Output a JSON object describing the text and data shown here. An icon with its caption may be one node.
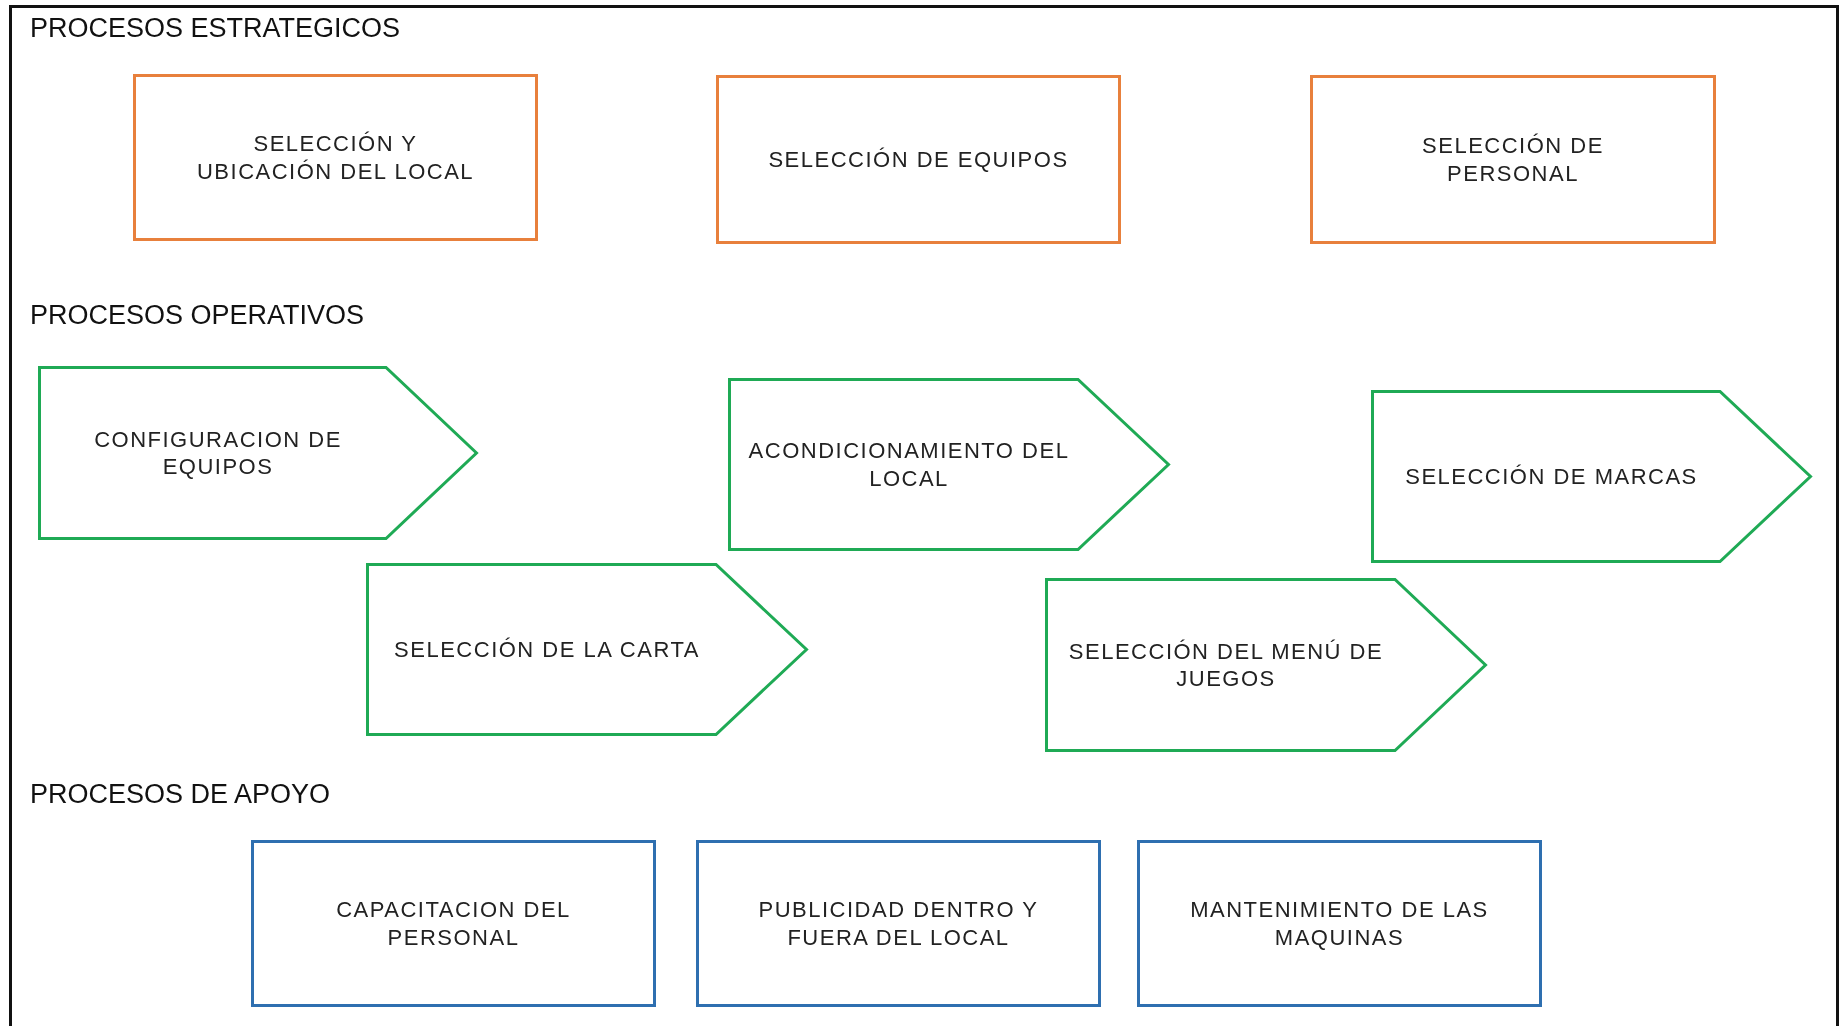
{
  "diagram": {
    "nodes": [
      {
        "text": [
          "SELECCIÓN Y UBICACIÓN DEL LOCAL"
        ]
      },
      {
        "text": [
          "SELECCIÓN DE EQUIPOS"
        ]
      },
      {
        "text": [
          "SELECCIÓN DE PERSONAL"
        ]
      },
      {
        "text": [
          "CONFIGURACION DE EQUIPOS"
        ]
      },
      {
        "text": [
          "ACONDICIONAMIENTO DEL LOCAL"
        ]
      },
      {
        "text": [
          "SELECCIÓN DE MARCAS"
        ]
      },
      {
        "text": [
          "SELECCIÓN DE LA CARTA"
        ]
      },
      {
        "text": [
          "SELECCIÓN DEL MENÚ DE JUEGOS"
        ]
      },
      {
        "text": [
          "CAPACITACION DEL PERSONAL"
        ]
      },
      {
        "text": [
          "PUBLICIDAD DENTRO Y FUERA DEL LOCAL"
        ]
      },
      {
        "text": [
          "MANTENIMIENTO DE LAS MAQUINAS"
        ]
      }
    ],
    "labels": [
      "PROCESOS ESTRATEGICOS",
      "PROCESOS OPERATIVOS",
      "PROCESOS DE APOYO"
    ]
  }
}
